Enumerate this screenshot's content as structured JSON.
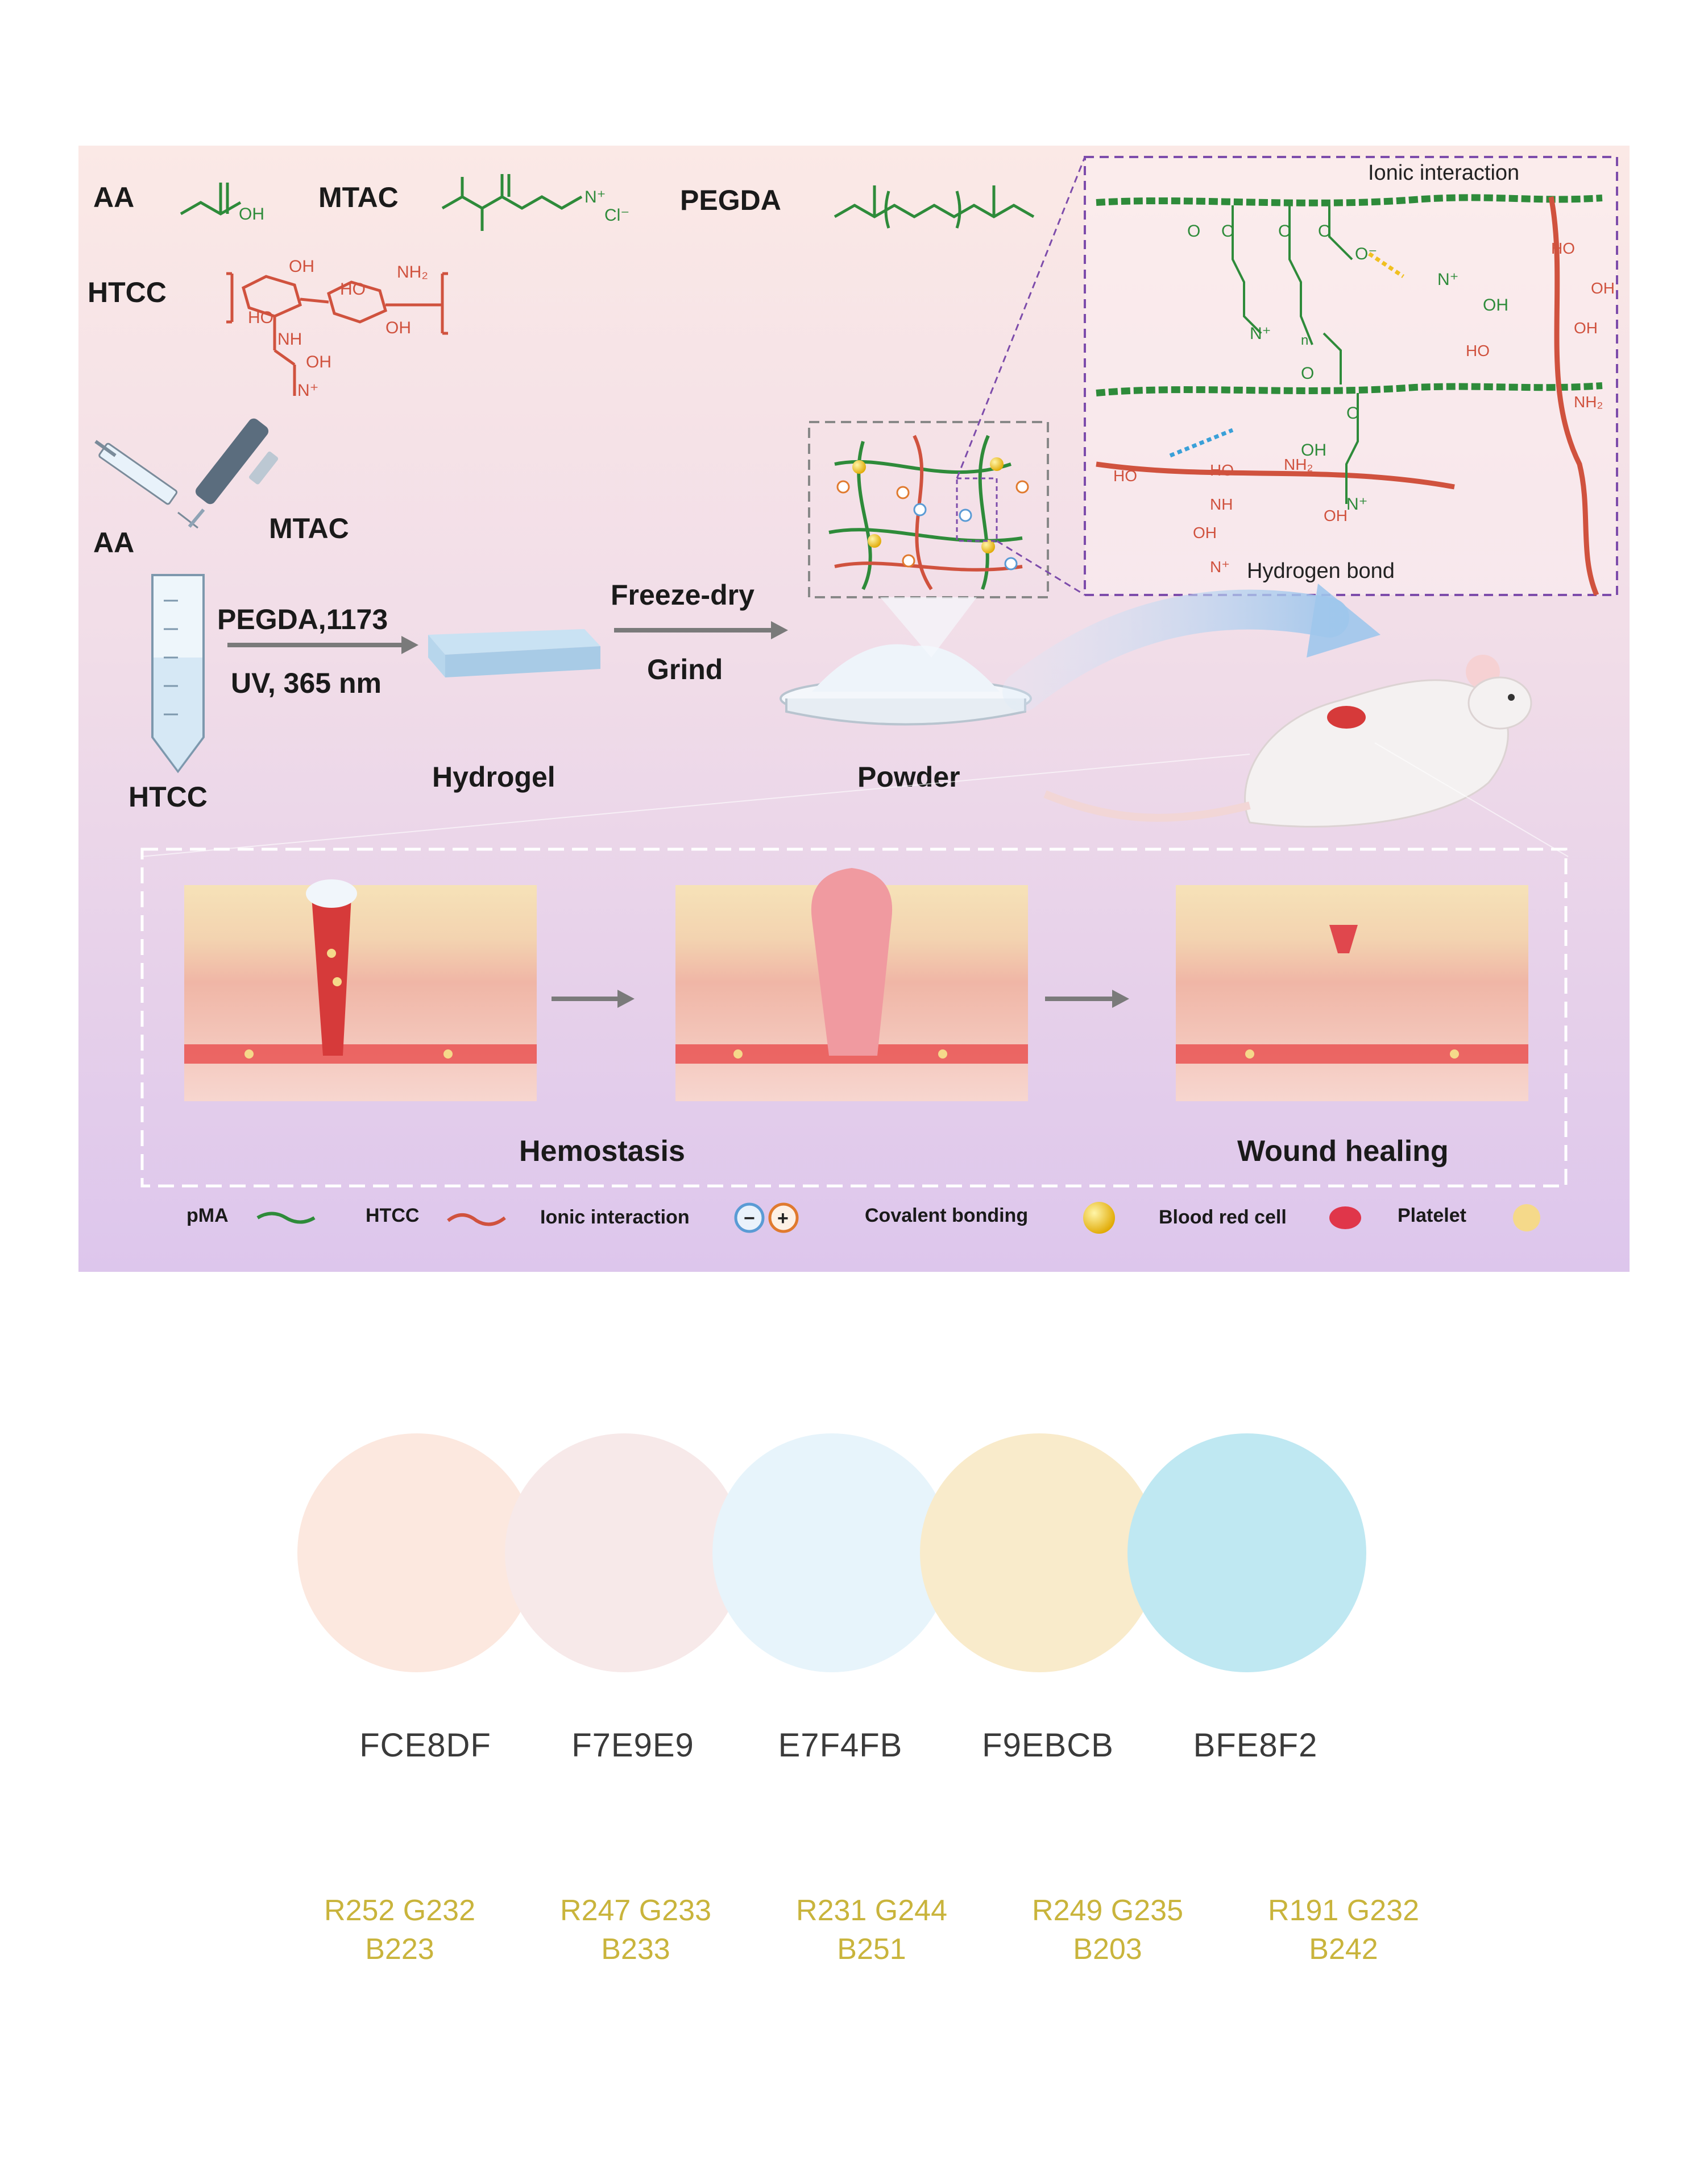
{
  "figure": {
    "reagents": {
      "aa": "AA",
      "mtac": "MTAC",
      "pegda": "PEGDA",
      "htcc": "HTCC"
    },
    "process": {
      "aa_label": "AA",
      "mtac_label": "MTAC",
      "tube_label": "HTCC",
      "step1_top": "PEGDA,1173",
      "step1_bottom": "UV, 365 nm",
      "hydrogel": "Hydrogel",
      "step2_top": "Freeze-dry",
      "step2_bottom": "Grind",
      "powder": "Powder"
    },
    "zoom": {
      "ionic": "Ionic interaction",
      "hbond": "Hydrogen bond"
    },
    "stages": {
      "hemostasis": "Hemostasis",
      "healing": "Wound healing"
    },
    "legend": {
      "pma": "pMA",
      "htcc": "HTCC",
      "ionic": "Ionic interaction",
      "covalent": "Covalent bonding",
      "rbc": "Blood red cell",
      "platelet": "Platelet"
    },
    "colors": {
      "pma": "#2e8b3a",
      "htcc": "#d0523e",
      "covalent": "#f0c020",
      "rbc": "#e0364a",
      "platelet": "#f5d98a"
    }
  },
  "palette": [
    {
      "hex": "FCE8DF",
      "rgb_line1": "R252 G232",
      "rgb_line2": "B223",
      "color": "#FCE8DF"
    },
    {
      "hex": "F7E9E9",
      "rgb_line1": "R247 G233",
      "rgb_line2": "B233",
      "color": "#F7E9E9"
    },
    {
      "hex": "E7F4FB",
      "rgb_line1": "R231 G244",
      "rgb_line2": "B251",
      "color": "#E7F4FB"
    },
    {
      "hex": "F9EBCB",
      "rgb_line1": "R249 G235",
      "rgb_line2": "B203",
      "color": "#F9EBCB"
    },
    {
      "hex": "BFE8F2",
      "rgb_line1": "R191 G232",
      "rgb_line2": "B242",
      "color": "#BFE8F2"
    }
  ]
}
